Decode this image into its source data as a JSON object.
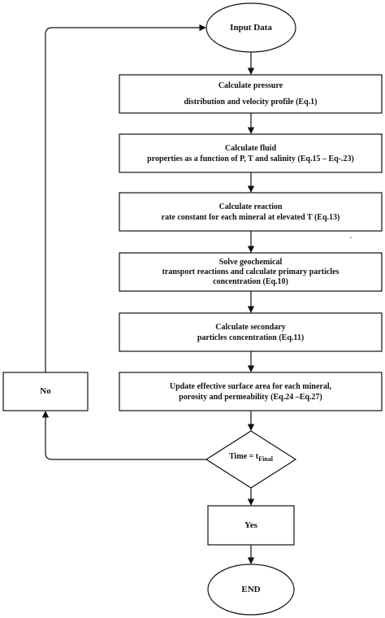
{
  "nodes": {
    "start": "Input Data",
    "step1": [
      "Calculate pressure",
      "distribution and velocity profile (Eq.1)"
    ],
    "step2": [
      "Calculate fluid",
      "properties as a function of P, T and salinity (Eq.15 – Eq-.23)"
    ],
    "step3": [
      "Calculate reaction",
      "rate constant for each mineral at elevated T (Eq.13)"
    ],
    "step4": [
      "Solve geochemical",
      "transport reactions and calculate primary particles",
      "concentration (Eq.10)"
    ],
    "step5": [
      "Calculate secondary",
      "particles concentration (Eq.11)"
    ],
    "step6": [
      "Update effective surface area for each mineral,",
      "porosity and permeability (Eq.24 –Eq.27)"
    ],
    "decision": {
      "main": "Time = t",
      "subscript": "Final"
    },
    "yes": "Yes",
    "no": "No",
    "end": "END"
  }
}
